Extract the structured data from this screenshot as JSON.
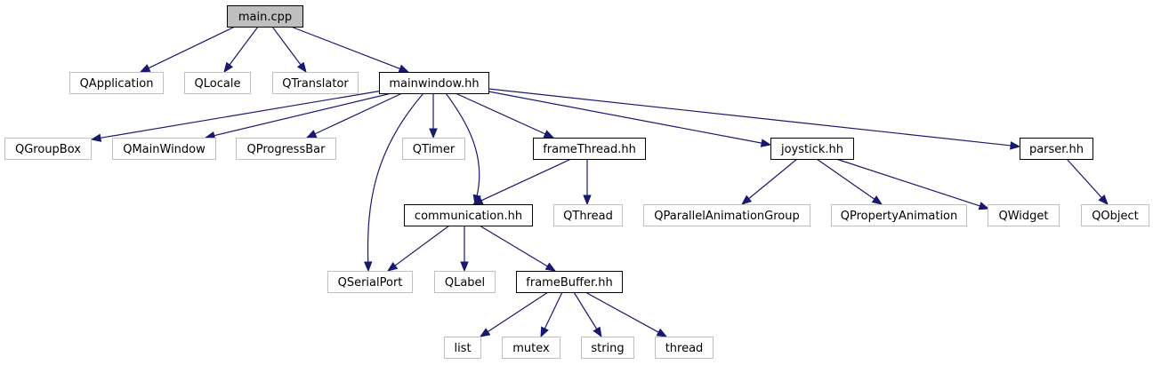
{
  "diagram": {
    "type": "include-dependency-graph",
    "colors": {
      "edge": "#191970",
      "root_fill": "#bfbfbf",
      "root_border": "#000000",
      "local_border": "#000000",
      "external_border": "#bfbfbf"
    },
    "nodes": [
      {
        "id": "main_cpp",
        "label": "main.cpp",
        "kind": "root"
      },
      {
        "id": "QApplication",
        "label": "QApplication",
        "kind": "external"
      },
      {
        "id": "QLocale",
        "label": "QLocale",
        "kind": "external"
      },
      {
        "id": "QTranslator",
        "label": "QTranslator",
        "kind": "external"
      },
      {
        "id": "mainwindow_hh",
        "label": "mainwindow.hh",
        "kind": "local"
      },
      {
        "id": "QGroupBox",
        "label": "QGroupBox",
        "kind": "external"
      },
      {
        "id": "QMainWindow",
        "label": "QMainWindow",
        "kind": "external"
      },
      {
        "id": "QProgressBar",
        "label": "QProgressBar",
        "kind": "external"
      },
      {
        "id": "QTimer",
        "label": "QTimer",
        "kind": "external"
      },
      {
        "id": "frameThread_hh",
        "label": "frameThread.hh",
        "kind": "local"
      },
      {
        "id": "joystick_hh",
        "label": "joystick.hh",
        "kind": "local"
      },
      {
        "id": "parser_hh",
        "label": "parser.hh",
        "kind": "local"
      },
      {
        "id": "communication_hh",
        "label": "communication.hh",
        "kind": "local"
      },
      {
        "id": "QThread",
        "label": "QThread",
        "kind": "external"
      },
      {
        "id": "QParallelAnimationGroup",
        "label": "QParallelAnimationGroup",
        "kind": "external"
      },
      {
        "id": "QPropertyAnimation",
        "label": "QPropertyAnimation",
        "kind": "external"
      },
      {
        "id": "QWidget",
        "label": "QWidget",
        "kind": "external"
      },
      {
        "id": "QObject",
        "label": "QObject",
        "kind": "external"
      },
      {
        "id": "QSerialPort",
        "label": "QSerialPort",
        "kind": "external"
      },
      {
        "id": "QLabel",
        "label": "QLabel",
        "kind": "external"
      },
      {
        "id": "frameBuffer_hh",
        "label": "frameBuffer.hh",
        "kind": "local"
      },
      {
        "id": "list",
        "label": "list",
        "kind": "external"
      },
      {
        "id": "mutex",
        "label": "mutex",
        "kind": "external"
      },
      {
        "id": "string",
        "label": "string",
        "kind": "external"
      },
      {
        "id": "thread",
        "label": "thread",
        "kind": "external"
      }
    ],
    "edges": [
      {
        "from": "main_cpp",
        "to": "QApplication"
      },
      {
        "from": "main_cpp",
        "to": "QLocale"
      },
      {
        "from": "main_cpp",
        "to": "QTranslator"
      },
      {
        "from": "main_cpp",
        "to": "mainwindow_hh"
      },
      {
        "from": "mainwindow_hh",
        "to": "QGroupBox"
      },
      {
        "from": "mainwindow_hh",
        "to": "QMainWindow"
      },
      {
        "from": "mainwindow_hh",
        "to": "QProgressBar"
      },
      {
        "from": "mainwindow_hh",
        "to": "QSerialPort"
      },
      {
        "from": "mainwindow_hh",
        "to": "QTimer"
      },
      {
        "from": "mainwindow_hh",
        "to": "communication_hh"
      },
      {
        "from": "mainwindow_hh",
        "to": "frameThread_hh"
      },
      {
        "from": "mainwindow_hh",
        "to": "joystick_hh"
      },
      {
        "from": "mainwindow_hh",
        "to": "parser_hh"
      },
      {
        "from": "frameThread_hh",
        "to": "communication_hh"
      },
      {
        "from": "frameThread_hh",
        "to": "QThread"
      },
      {
        "from": "joystick_hh",
        "to": "QParallelAnimationGroup"
      },
      {
        "from": "joystick_hh",
        "to": "QPropertyAnimation"
      },
      {
        "from": "joystick_hh",
        "to": "QWidget"
      },
      {
        "from": "parser_hh",
        "to": "QObject"
      },
      {
        "from": "communication_hh",
        "to": "QSerialPort"
      },
      {
        "from": "communication_hh",
        "to": "QLabel"
      },
      {
        "from": "communication_hh",
        "to": "frameBuffer_hh"
      },
      {
        "from": "frameBuffer_hh",
        "to": "list"
      },
      {
        "from": "frameBuffer_hh",
        "to": "mutex"
      },
      {
        "from": "frameBuffer_hh",
        "to": "string"
      },
      {
        "from": "frameBuffer_hh",
        "to": "thread"
      }
    ]
  }
}
